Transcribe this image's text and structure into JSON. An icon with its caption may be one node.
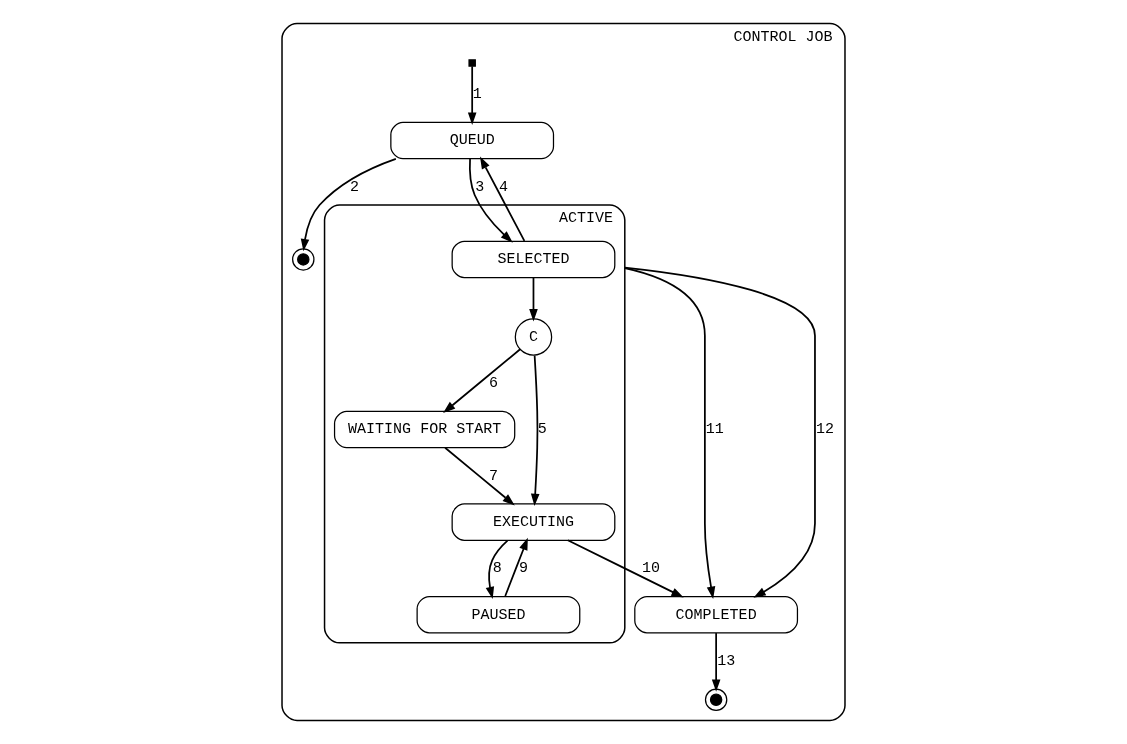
{
  "diagram": {
    "nodes": [
      {
        "text": [
          "CONTROL JOB"
        ]
      },
      {
        "text": [],
        "shape": "dot",
        "in": 0
      },
      {
        "text": [
          "QUEUD"
        ],
        "in": 0
      },
      {
        "text": [],
        "shape": "bullseye",
        "in": 0
      },
      {
        "text": [
          "ACTIVE"
        ],
        "in": 0
      },
      {
        "text": [
          "SELECTED"
        ],
        "in": 4
      },
      {
        "text": [
          "C"
        ],
        "in": 4
      },
      {
        "text": [
          "WAITING FOR START"
        ],
        "in": 4
      },
      {
        "text": [
          "EXECUTING"
        ],
        "in": 4
      },
      {
        "text": [
          "PAUSED"
        ],
        "in": 4
      },
      {
        "text": [
          "COMPLETED"
        ],
        "in": 0
      },
      {
        "text": [],
        "shape": "bullseye",
        "in": 0
      }
    ],
    "edges": [
      {
        "from": 1,
        "to": 2,
        "arrow": "to",
        "label": "1"
      },
      {
        "from": 2,
        "to": 3,
        "arrow": "to",
        "label": "2"
      },
      {
        "from": 2,
        "to": 5,
        "arrow": "to",
        "label": "3"
      },
      {
        "from": 5,
        "to": 2,
        "arrow": "to",
        "label": "4"
      },
      {
        "from": 5,
        "to": 6,
        "arrow": "to"
      },
      {
        "from": 6,
        "to": 8,
        "arrow": "to",
        "label": "5"
      },
      {
        "from": 6,
        "to": 7,
        "arrow": "to",
        "label": "6"
      },
      {
        "from": 7,
        "to": 8,
        "arrow": "to",
        "label": "7"
      },
      {
        "from": 8,
        "to": 9,
        "arrow": "to",
        "label": "8"
      },
      {
        "from": 9,
        "to": 8,
        "arrow": "to",
        "label": "9"
      },
      {
        "from": 8,
        "to": 10,
        "arrow": "to",
        "label": "10"
      },
      {
        "from": 4,
        "to": 10,
        "arrow": "to",
        "label": "11"
      },
      {
        "from": 4,
        "to": 10,
        "arrow": "to",
        "label": "12"
      },
      {
        "from": 10,
        "to": 11,
        "arrow": "to",
        "label": "13"
      }
    ]
  }
}
